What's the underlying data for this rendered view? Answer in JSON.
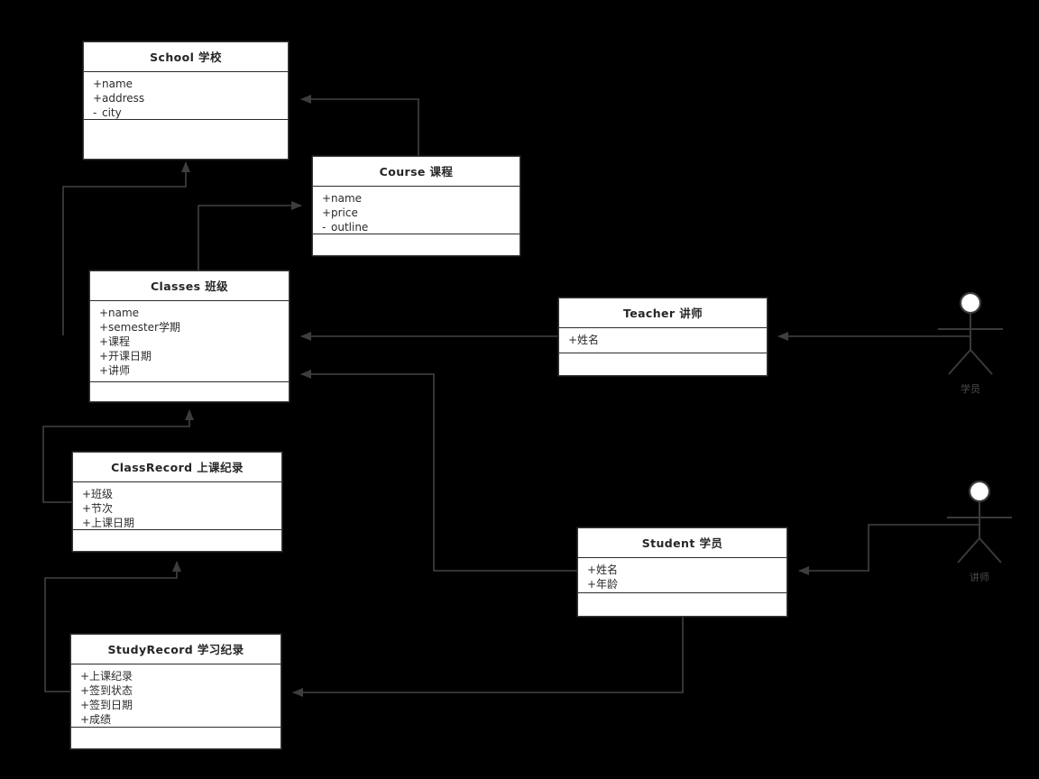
{
  "diagram": {
    "type": "uml-class-diagram",
    "background": "#000000",
    "box_fill": "#ffffff",
    "line_color": "#404040",
    "text_color": "#2b2b2b",
    "classes": [
      {
        "id": "school",
        "title": "School 学校",
        "attributes": [
          {
            "visibility": "+",
            "name": "name"
          },
          {
            "visibility": "+",
            "name": "address"
          },
          {
            "visibility": "-",
            "name": "city"
          }
        ],
        "methods": []
      },
      {
        "id": "course",
        "title": "Course 课程",
        "attributes": [
          {
            "visibility": "+",
            "name": "name"
          },
          {
            "visibility": "+",
            "name": "price"
          },
          {
            "visibility": "-",
            "name": "outline"
          }
        ],
        "methods": []
      },
      {
        "id": "classes",
        "title": "Classes 班级",
        "attributes": [
          {
            "visibility": "+",
            "name": "name"
          },
          {
            "visibility": "+",
            "name": "semester学期"
          },
          {
            "visibility": "+",
            "name": "课程"
          },
          {
            "visibility": "+",
            "name": "开课日期"
          },
          {
            "visibility": "+",
            "name": "讲师"
          }
        ],
        "methods": []
      },
      {
        "id": "teacher",
        "title": "Teacher 讲师",
        "attributes": [
          {
            "visibility": "+",
            "name": "姓名"
          }
        ],
        "methods": []
      },
      {
        "id": "classrecord",
        "title": "ClassRecord 上课纪录",
        "attributes": [
          {
            "visibility": "+",
            "name": "班级"
          },
          {
            "visibility": "+",
            "name": "节次"
          },
          {
            "visibility": "+",
            "name": "上课日期"
          }
        ],
        "methods": []
      },
      {
        "id": "student",
        "title": "Student 学员",
        "attributes": [
          {
            "visibility": "+",
            "name": "姓名"
          },
          {
            "visibility": "+",
            "name": "年龄"
          }
        ],
        "methods": []
      },
      {
        "id": "studyrecord",
        "title": "StudyRecord 学习纪录",
        "attributes": [
          {
            "visibility": "+",
            "name": "上课纪录"
          },
          {
            "visibility": "+",
            "name": "签到状态"
          },
          {
            "visibility": "+",
            "name": "签到日期"
          },
          {
            "visibility": "+",
            "name": "成绩"
          }
        ],
        "methods": []
      }
    ],
    "actors": [
      {
        "id": "actor-xueyuan",
        "label": "学员"
      },
      {
        "id": "actor-jiangshi",
        "label": "讲师"
      }
    ],
    "relationships": [
      {
        "from": "course",
        "to": "school",
        "kind": "association"
      },
      {
        "from": "classes",
        "to": "school",
        "kind": "association"
      },
      {
        "from": "classes",
        "to": "course",
        "kind": "association"
      },
      {
        "from": "teacher",
        "to": "classes",
        "kind": "association"
      },
      {
        "from": "student",
        "to": "classes",
        "kind": "association"
      },
      {
        "from": "classrecord",
        "to": "classes",
        "kind": "association"
      },
      {
        "from": "studyrecord",
        "to": "classrecord",
        "kind": "association"
      },
      {
        "from": "student",
        "to": "studyrecord",
        "kind": "association"
      },
      {
        "from": "actor-xueyuan",
        "to": "teacher",
        "kind": "association"
      },
      {
        "from": "actor-jiangshi",
        "to": "student",
        "kind": "association"
      }
    ]
  }
}
